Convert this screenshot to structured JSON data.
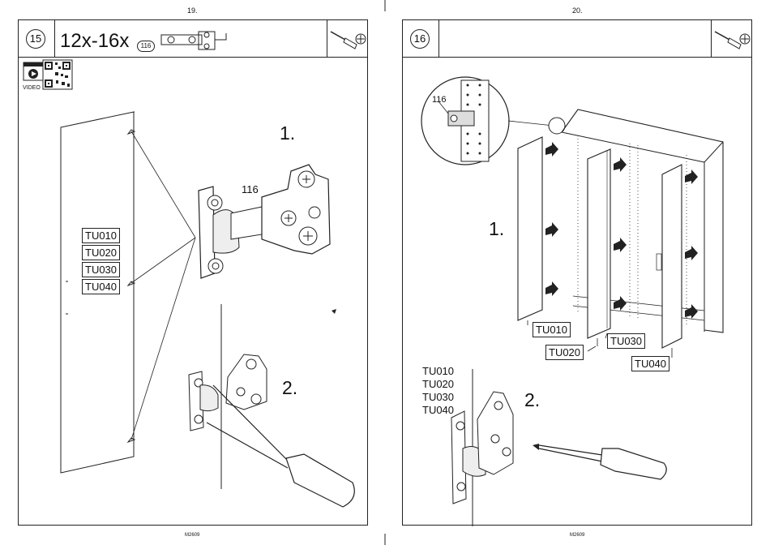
{
  "left_page": {
    "page_number": "19.",
    "step": "15",
    "quantity": "12x-16x",
    "part_badge": "116",
    "video_label": "VIDEO",
    "hinge_part_label": "116",
    "substep_1": "1.",
    "substep_2": "2.",
    "door_labels": [
      "TU010",
      "TU020",
      "TU030",
      "TU040"
    ],
    "footer_code": "M2609"
  },
  "right_page": {
    "page_number": "20.",
    "step": "16",
    "detail_part_label": "116",
    "substep_1": "1.",
    "substep_2": "2.",
    "door_labels": {
      "d1": "TU010",
      "d2": "TU020",
      "d3": "TU030",
      "d4": "TU040"
    },
    "side_list": [
      "TU010",
      "TU020",
      "TU030",
      "TU040"
    ],
    "footer_code": "M2609"
  },
  "icons": {
    "tool": "screwdriver-icon",
    "tool_head": "phillips-head-icon",
    "video": "video-play-icon",
    "qr": "qr-code-icon"
  }
}
